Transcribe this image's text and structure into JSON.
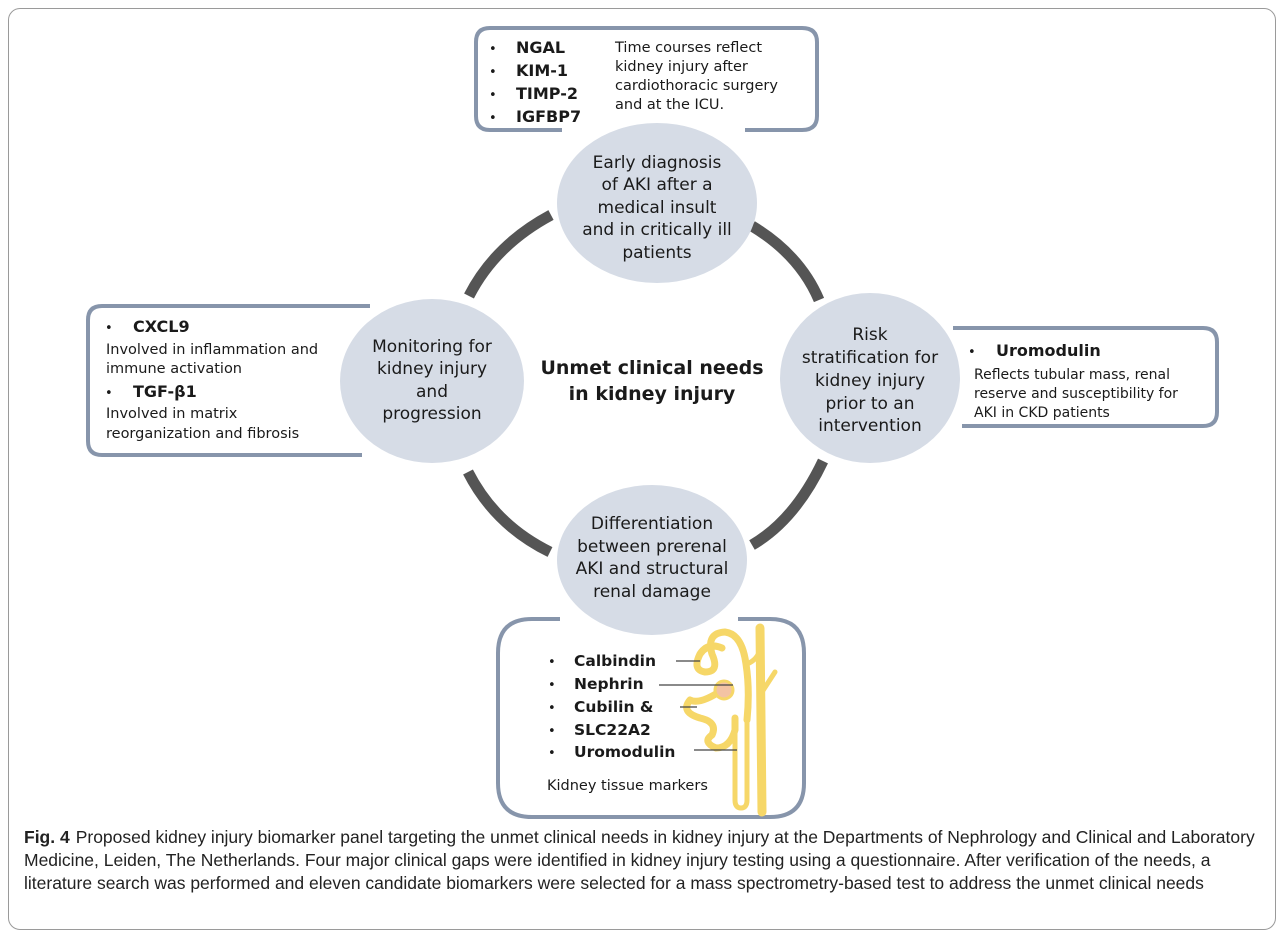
{
  "center": {
    "line1": "Unmet clinical needs",
    "line2": "in kidney injury"
  },
  "needs": {
    "top": [
      "Early diagnosis",
      "of AKI after a",
      "medical insult",
      "and in critically ill",
      "patients"
    ],
    "right": [
      "Risk",
      "stratification for",
      "kidney injury",
      "prior to an",
      "intervention"
    ],
    "bottom": [
      "Differentiation",
      "between prerenal",
      "AKI and structural",
      "renal damage"
    ],
    "left": [
      "Monitoring for",
      "kidney injury",
      "and",
      "progression"
    ]
  },
  "boxes": {
    "top": {
      "markers": [
        "NGAL",
        "KIM-1",
        "TIMP-2",
        "IGFBP7"
      ],
      "desc": [
        "Time courses reflect",
        "kidney injury  after",
        "cardiothoracic surgery",
        "and at the ICU."
      ]
    },
    "right": {
      "marker": "Uromodulin",
      "desc": [
        "Reflects tubular mass, renal",
        "reserve and susceptibility for",
        "AKI in CKD patients"
      ]
    },
    "left": {
      "marker1": "CXCL9",
      "desc1": [
        "Involved in inflammation and",
        "immune activation"
      ],
      "marker2": "TGF-β1",
      "desc2": [
        "Involved in matrix",
        "reorganization and fibrosis"
      ]
    },
    "bottom": {
      "markers": [
        "Calbindin",
        "Nephrin",
        "Cubilin &",
        "SLC22A2",
        "Uromodulin"
      ],
      "footer": "Kidney tissue markers"
    }
  },
  "bullet": "•",
  "caption": {
    "label": "Fig. 4",
    "text": "Proposed kidney injury biomarker panel targeting the unmet clinical needs in kidney injury at the Departments of Nephrology and Clinical and Laboratory Medicine, Leiden, The Netherlands. Four major clinical gaps were identified in kidney injury testing using a questionnaire. After verification of the needs, a literature search was performed and eleven candidate biomarkers were selected for a mass spectrometry-based test to address the unmet clinical needs"
  },
  "colors": {
    "circle": "#d6dce6",
    "box_border": "#8795ab",
    "arc": "#555555",
    "nephron": "#f6d768",
    "glomerulus": "#f3c3a3"
  }
}
